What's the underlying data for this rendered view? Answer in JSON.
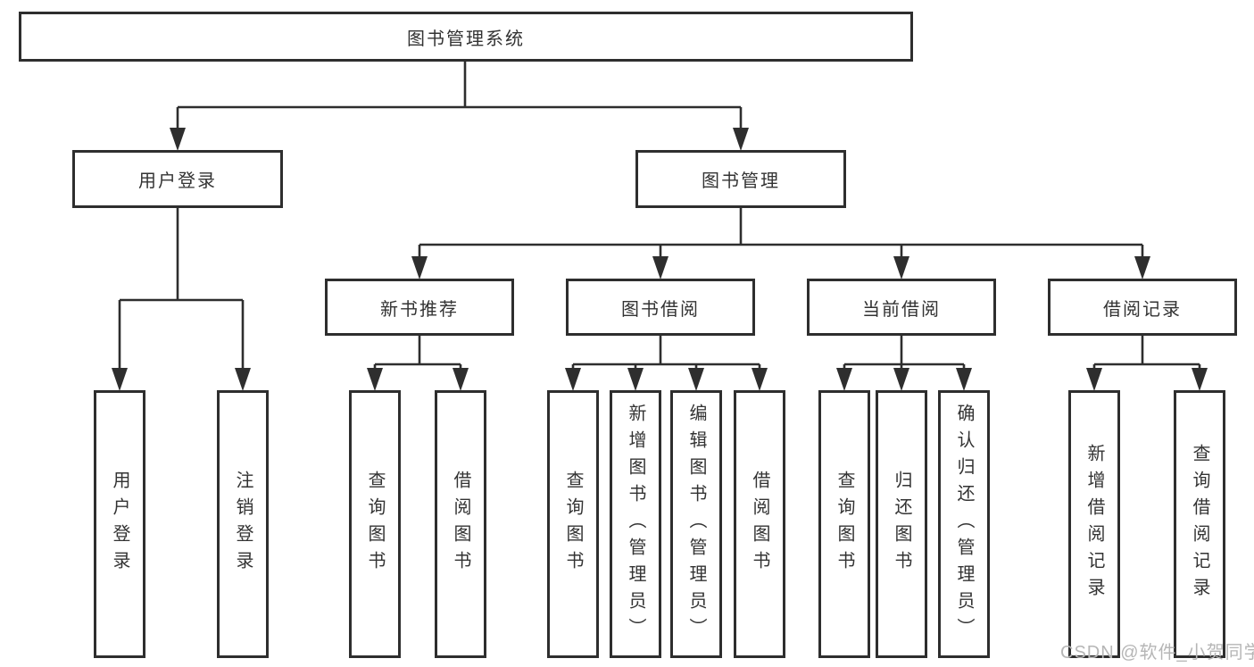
{
  "diagram": {
    "root": {
      "label": "图书管理系统",
      "children": [
        {
          "label": "用户登录",
          "children": [
            {
              "label": "用户登录"
            },
            {
              "label": "注销登录"
            }
          ]
        },
        {
          "label": "图书管理",
          "children": [
            {
              "label": "新书推荐",
              "children": [
                {
                  "label": "查询图书"
                },
                {
                  "label": "借阅图书"
                }
              ]
            },
            {
              "label": "图书借阅",
              "children": [
                {
                  "label": "查询图书"
                },
                {
                  "label": "新增图书（管理员）"
                },
                {
                  "label": "编辑图书（管理员）"
                },
                {
                  "label": "借阅图书"
                }
              ]
            },
            {
              "label": "当前借阅",
              "children": [
                {
                  "label": "查询图书"
                },
                {
                  "label": "归还图书"
                },
                {
                  "label": "确认归还（管理员）"
                }
              ]
            },
            {
              "label": "借阅记录",
              "children": [
                {
                  "label": "新增借阅记录"
                },
                {
                  "label": "查询借阅记录"
                }
              ]
            }
          ]
        }
      ]
    }
  },
  "watermark": "CSDN @软件_小贺同学",
  "colors": {
    "line": "#2e2e2e",
    "box_border": "#2e2e2e",
    "text": "#333333",
    "background": "#ffffff",
    "watermark": "#b6b6b6"
  }
}
